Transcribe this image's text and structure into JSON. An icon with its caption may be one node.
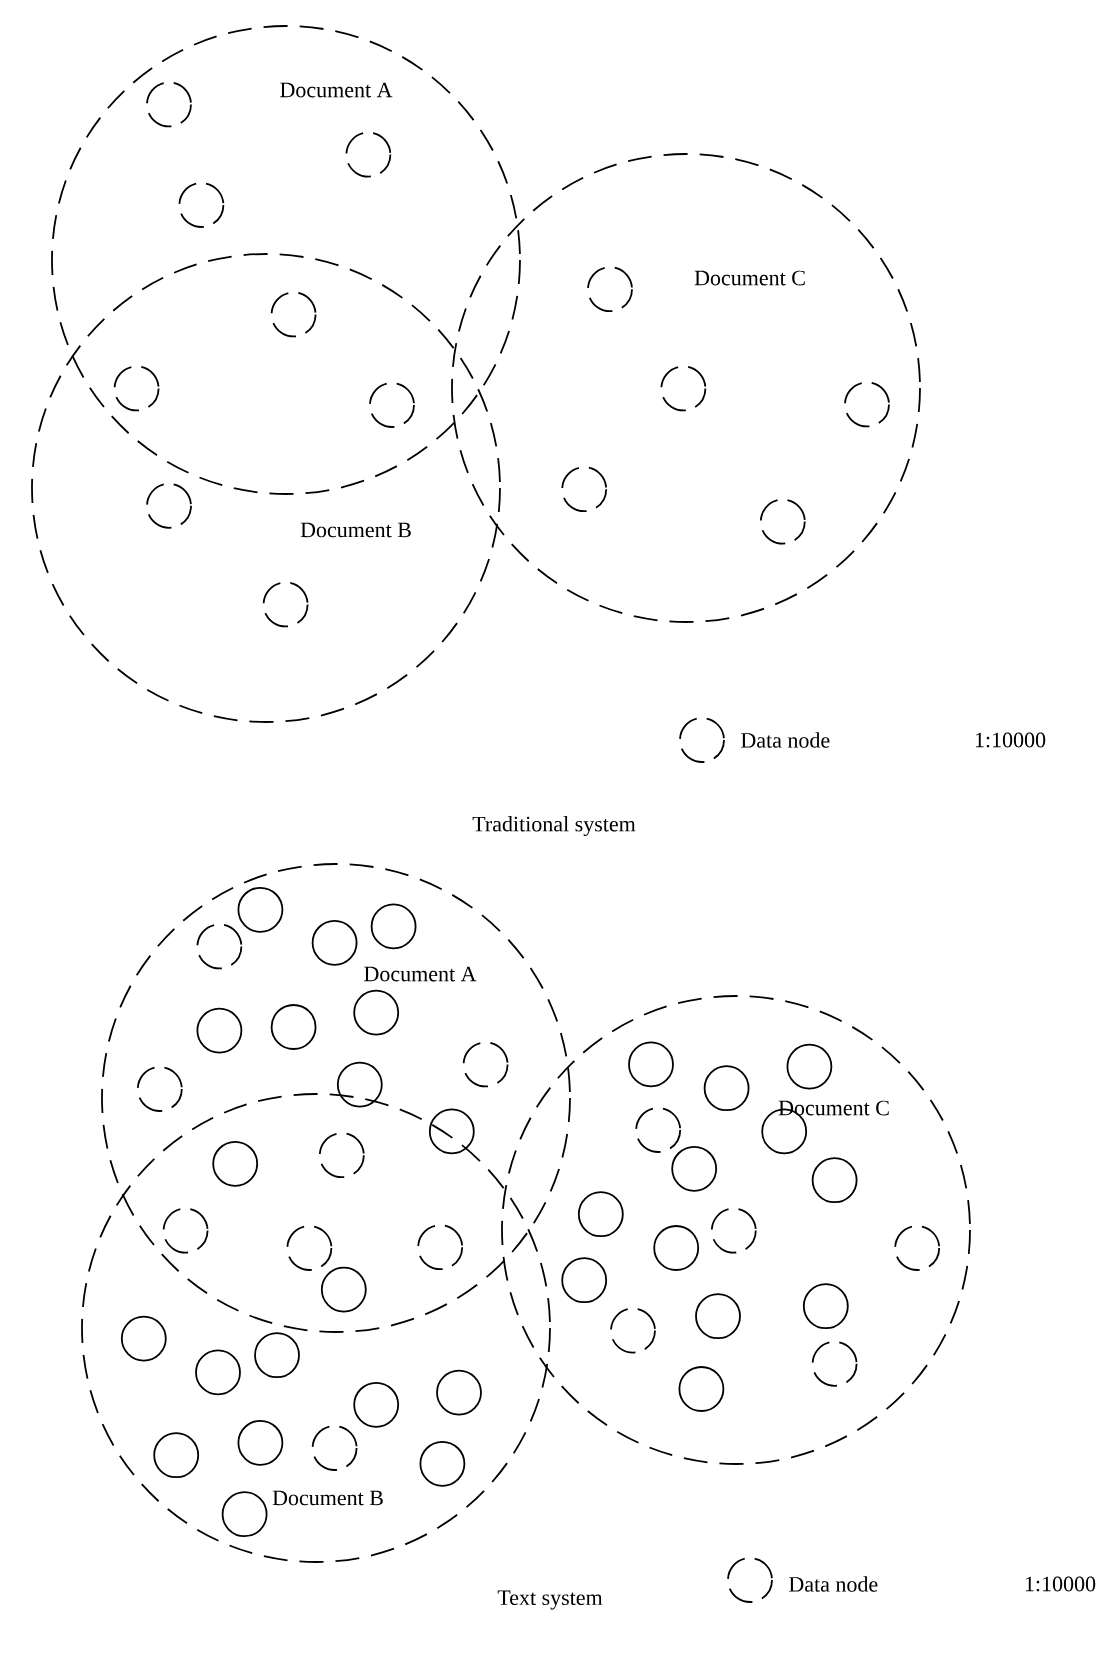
{
  "diagram": {
    "nodes": [
      {
        "text": [
          "Document A"
        ]
      },
      {
        "text": [
          "Document B"
        ]
      },
      {
        "text": [
          "Document C"
        ]
      },
      {
        "text": [
          "Document A"
        ]
      },
      {
        "text": [
          "Document B"
        ]
      },
      {
        "text": [
          "Document C"
        ]
      }
    ],
    "labels": [
      "1:10000",
      "Traditional system",
      "1:10000",
      "Text system"
    ],
    "legend": [
      {
        "text": "Data node"
      },
      {
        "text": "Data node"
      }
    ]
  }
}
